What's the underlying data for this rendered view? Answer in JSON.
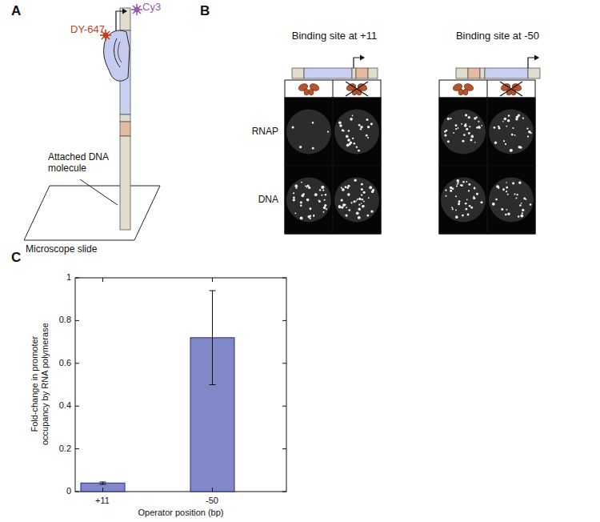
{
  "diagram": {
    "labels": [
      "A",
      "Cy3",
      "DY-647",
      "Attached DNA molecule",
      "Microscope slide",
      "B",
      "Binding site at +11",
      "Binding site at -50",
      "RNAP",
      "DNA",
      "C",
      "0",
      "0.2",
      "0.4",
      "0.6",
      "0.8",
      "1",
      "+11",
      "-50",
      "Operator position (bp)",
      "Fold-change in promoter occupancy by RNA polymerase"
    ]
  }
}
